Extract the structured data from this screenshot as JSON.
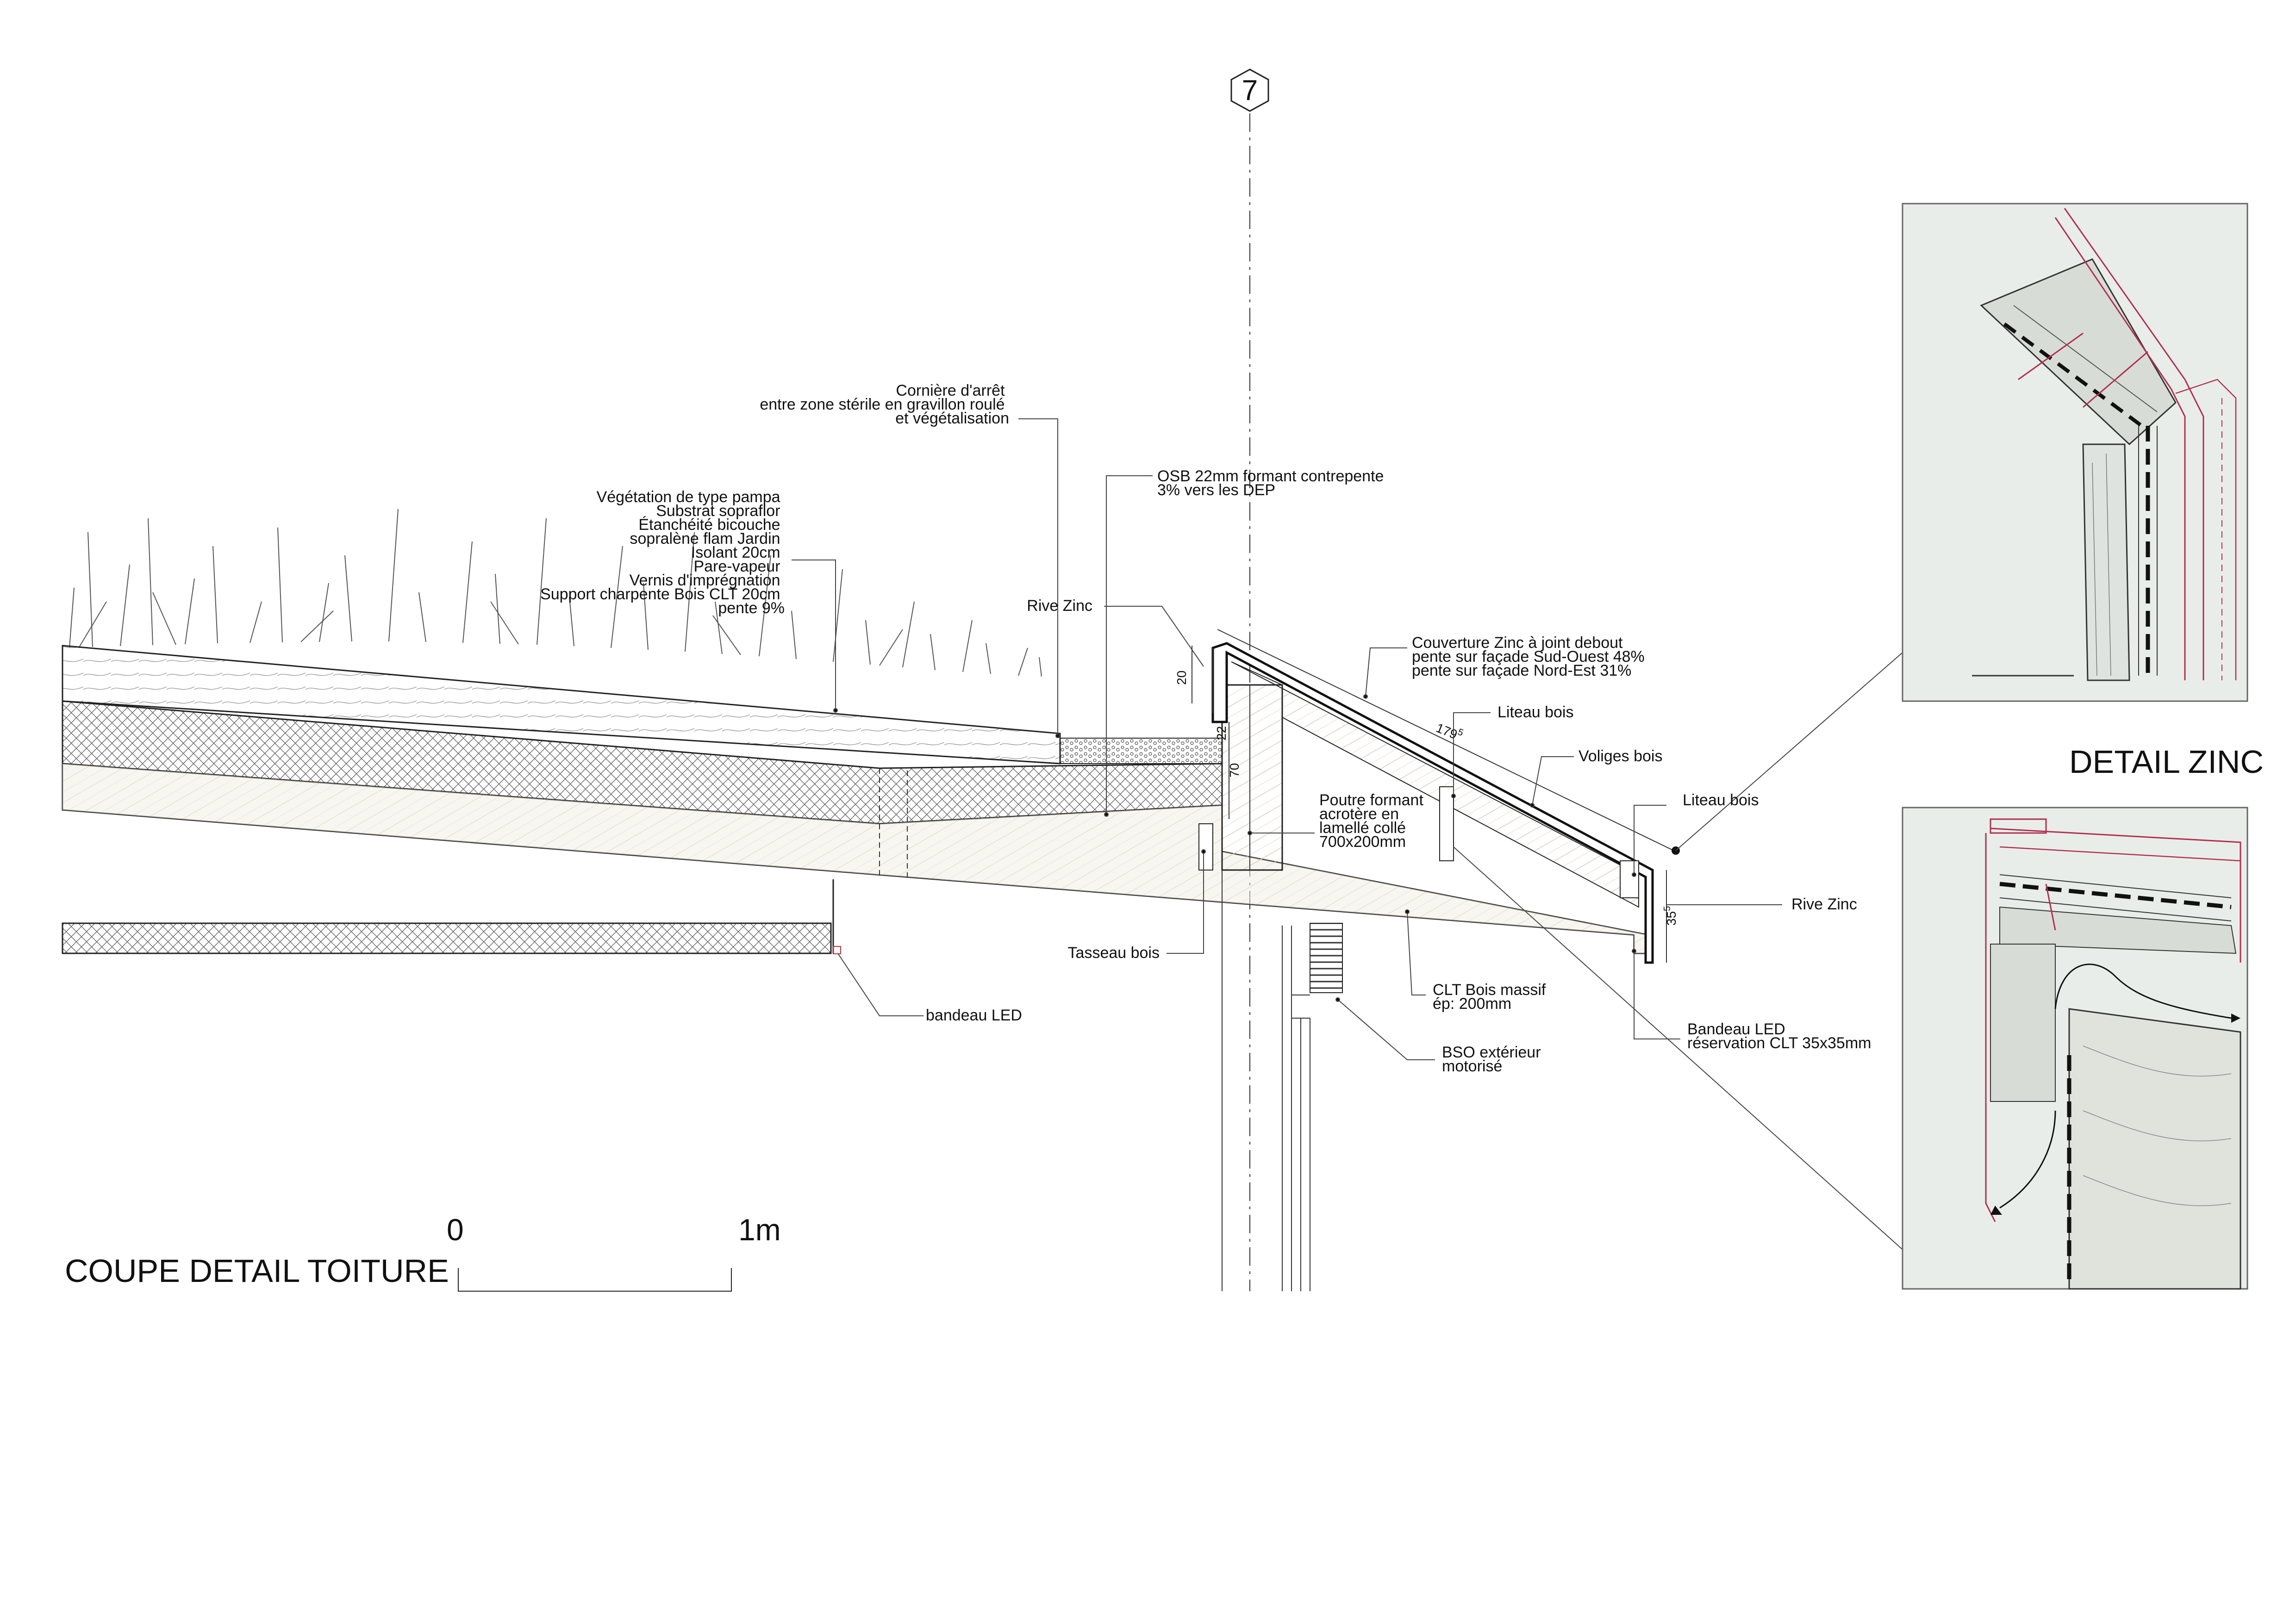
{
  "grid_marker": "7",
  "labels": {
    "corniere": [
      "Cornière d'arrêt",
      "entre zone stérile en gravillon roulé",
      "et végétalisation"
    ],
    "complexe": [
      "Végétation de type pampa",
      "Substrat sopraflor",
      "Étanchéité bicouche",
      "sopralène flam Jardin",
      "Isolant 20cm",
      "Pare-vapeur",
      "Vernis d'imprégnation",
      "Support charpente Bois CLT 20cm",
      "pente 9%"
    ],
    "osb": [
      "OSB 22mm formant contrepente",
      "3% vers les DEP"
    ],
    "rive_zinc_top": "Rive Zinc",
    "couverture": [
      "Couverture Zinc à joint debout",
      "pente sur façade Sud-Ouest 48%",
      "pente sur façade Nord-Est 31%"
    ],
    "liteau_1": "Liteau bois",
    "voliges": "Voliges bois",
    "liteau_2": "Liteau bois",
    "poutre": [
      "Poutre formant",
      "acrotère en",
      "lamellé collé",
      "700x200mm"
    ],
    "rive_zinc_right": "Rive Zinc",
    "tasseau": "Tasseau bois",
    "clt": [
      "CLT Bois massif",
      "ép: 200mm"
    ],
    "bso": [
      "BSO extérieur",
      "motorisé"
    ],
    "bandeau_led": "bandeau LED",
    "bandeau_reservation": [
      "Bandeau LED",
      "réservation CLT 35x35mm"
    ]
  },
  "dimensions": {
    "d20": "20",
    "d179": "179",
    "d179_sup": "5",
    "d35": "35",
    "d35_sup": "5",
    "d22": "22",
    "d70": "70"
  },
  "titles": {
    "section": "COUPE DETAIL TOITURE",
    "detail": "DETAIL ZINC"
  },
  "scale": {
    "start": "0",
    "end": "1m"
  },
  "colors": {
    "line": "#222222",
    "zinc_red": "#b03050",
    "wood": "#f3efe4",
    "photo_bg": "#e9edea"
  }
}
